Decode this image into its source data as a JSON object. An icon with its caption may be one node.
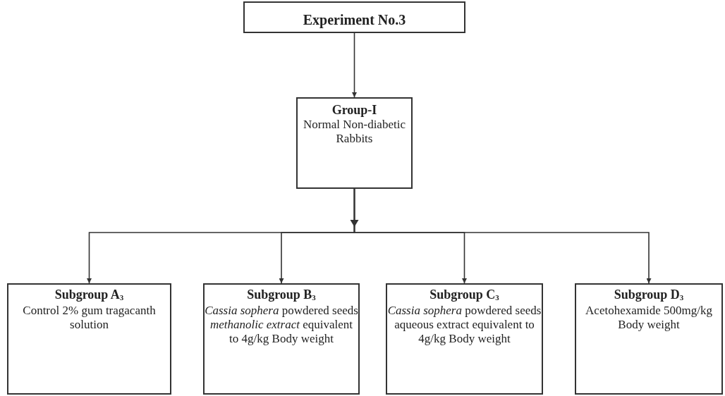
{
  "diagram": {
    "nodes": [
      {
        "text": [
          "Experiment No.3"
        ]
      },
      {
        "text": [
          "Group-I",
          "Normal Non-diabetic Rabbits"
        ]
      },
      {
        "text": [
          "Subgroup A$_{3}$",
          "Control 2% gum tragacanth solution"
        ]
      },
      {
        "text": [
          "Subgroup B$_{3}$",
          "*Cassia sophera* powdered seeds *methanolic extract* equivalent to 4g/kg Body weight"
        ]
      },
      {
        "text": [
          "Subgroup C$_{3}$",
          "*Cassia sophera* powdered seeds aqueous extract equivalent to 4g/kg Body weight"
        ]
      },
      {
        "text": [
          "Subgroup D$_{3}$",
          "Acetohexamide 500mg/kg Body weight"
        ]
      }
    ],
    "edges": [
      {
        "from": 0,
        "to": 1,
        "arrow": "to"
      },
      {
        "from": 1,
        "to": 2,
        "arrow": "to"
      },
      {
        "from": 1,
        "to": 3,
        "arrow": "to"
      },
      {
        "from": 1,
        "to": 4,
        "arrow": "to"
      },
      {
        "from": 1,
        "to": 5,
        "arrow": "to"
      }
    ]
  }
}
